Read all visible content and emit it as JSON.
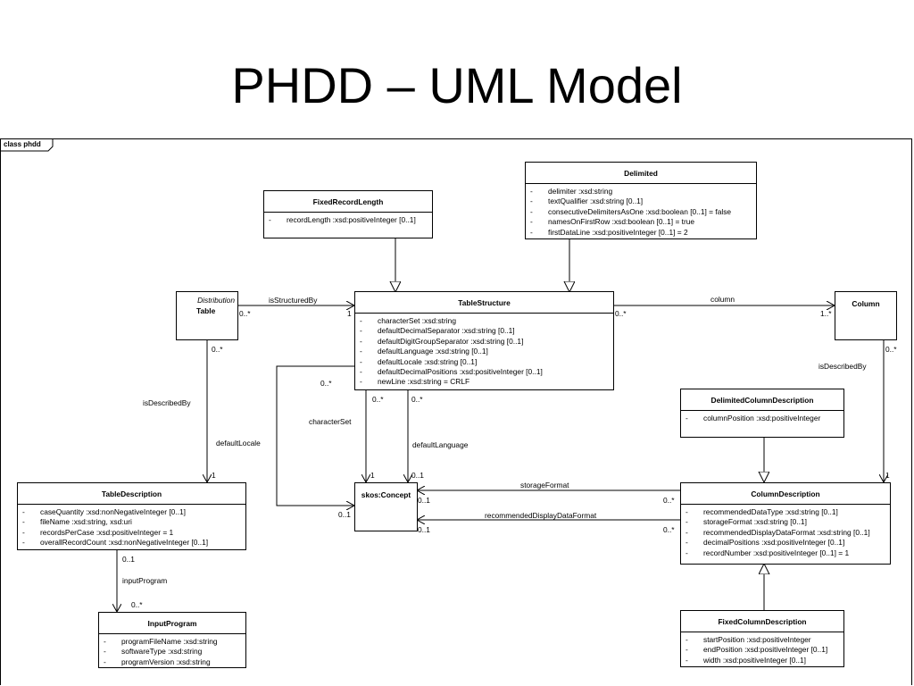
{
  "page_title": "PHDD – UML Model",
  "frame_label": "class phdd",
  "classes": {
    "fixed_record_length": {
      "name": "FixedRecordLength",
      "attributes": [
        "recordLength  :xsd:positiveInteger [0..1]"
      ]
    },
    "delimited": {
      "name": "Delimited",
      "attributes": [
        "delimiter  :xsd:string",
        "textQualifier  :xsd:string [0..1]",
        "consecutiveDelimitersAsOne   :xsd:boolean [0..1] = false",
        "namesOnFirstRow  :xsd:boolean [0..1] = true",
        "firstDataLine  :xsd:positiveInteger [0..1] = 2"
      ]
    },
    "table": {
      "stereotype": "Distribution",
      "name": "Table"
    },
    "table_structure": {
      "name": "TableStructure",
      "attributes": [
        "characterSet  :xsd:string",
        "defaultDecimalSeparator  :xsd:string [0..1]",
        "defaultDigitGroupSeparator  :xsd:string [0..1]",
        "defaultLanguage  :xsd:string [0..1]",
        "defaultLocale  :xsd:string [0..1]",
        "defaultDecimalPositions  :xsd:positiveInteger [0..1]",
        "newLine  :xsd:string = CRLF"
      ]
    },
    "column": {
      "name": "Column"
    },
    "delimited_column_description": {
      "name": "DelimitedColumnDescription",
      "attributes": [
        "columnPosition  :xsd:positiveInteger"
      ]
    },
    "table_description": {
      "name": "TableDescription",
      "attributes": [
        "caseQuantity  :xsd:nonNegativeInteger [0..1]",
        "fileName  :xsd:string, xsd:uri",
        "recordsPerCase  :xsd:positiveInteger = 1",
        "overallRecordCount  :xsd:nonNegativeInteger [0..1]"
      ]
    },
    "skos_concept": {
      "name": "skos:Concept"
    },
    "column_description": {
      "name": "ColumnDescription",
      "attributes": [
        "recommendedDataType  :xsd:string [0..1]",
        "storageFormat  :xsd:string [0..1]",
        "recommendedDisplayDataFormat  :xsd:string [0..1]",
        "decimalPositions  :xsd:positiveInteger [0..1]",
        "recordNumber  :xsd:positiveInteger [0..1] = 1"
      ]
    },
    "input_program": {
      "name": "InputProgram",
      "attributes": [
        "programFileName  :xsd:string",
        "softwareType  :xsd:string",
        "programVersion  :xsd:string"
      ]
    },
    "fixed_column_description": {
      "name": "FixedColumnDescription",
      "attributes": [
        "startPosition  :xsd:positiveInteger",
        "endPosition  :xsd:positiveInteger [0..1]",
        "width  :xsd:positiveInteger [0..1]"
      ]
    }
  },
  "associations": {
    "is_structured_by": {
      "name": "isStructuredBy",
      "source_mult": "0..*",
      "target_mult": "1"
    },
    "column": {
      "name": "column",
      "source_mult": "0..*",
      "target_mult": "1..*"
    },
    "table_is_described_by": {
      "name": "isDescribedBy",
      "source_mult": "0..*",
      "target_mult": "1"
    },
    "default_locale": {
      "name": "defaultLocale"
    },
    "column_is_described_by": {
      "name": "isDescribedBy",
      "source_mult": "0..*",
      "target_mult": "1"
    },
    "character_set": {
      "name": "characterSet",
      "source_mult": "0..*",
      "target_mult": "1"
    },
    "default_language": {
      "name": "defaultLanguage",
      "source_mult": "0..*",
      "target_mult": "0..1"
    },
    "default_locale_ends": {
      "source_mult": "0..*",
      "target_mult": "0..1"
    },
    "storage_format": {
      "name": "storageFormat",
      "source_mult": "0..*",
      "target_mult": "0..1"
    },
    "recommended_display_data_format": {
      "name": "recommendedDisplayDataFormat",
      "source_mult": "0..*",
      "target_mult": "0..1"
    },
    "input_program": {
      "name": "inputProgram",
      "source_mult": "0..1",
      "target_mult": "0..*"
    }
  }
}
